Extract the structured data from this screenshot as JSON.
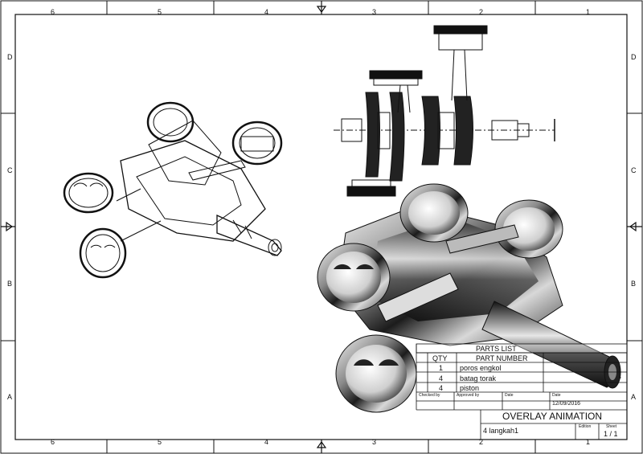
{
  "border": {
    "column_labels": [
      "6",
      "5",
      "4",
      "3",
      "2",
      "1"
    ],
    "row_labels": [
      "D",
      "C",
      "B",
      "A"
    ]
  },
  "parts_list": {
    "title": "PARTS LIST",
    "headers": {
      "qty": "QTY",
      "part_number": "PART NUMBER"
    },
    "rows": [
      {
        "qty": "1",
        "part": "poros engkol"
      },
      {
        "qty": "4",
        "part": "batag torak"
      },
      {
        "qty": "4",
        "part": "piston"
      }
    ]
  },
  "title_block": {
    "checked_by_label": "Checked by",
    "approved_by_label": "Approved by",
    "date_label_1": "Date",
    "date_label_2": "Date",
    "date_value": "12/09/2016",
    "drawing_title": "OVERLAY ANIMATION",
    "subtitle": "4 langkah1",
    "edition_label": "Edition",
    "sheet_label": "Sheet",
    "sheet_value": "1 / 1"
  },
  "colors": {
    "line": "#111111",
    "chrome_dark": "#1a1a1a",
    "chrome_light": "#e8e8e8"
  }
}
